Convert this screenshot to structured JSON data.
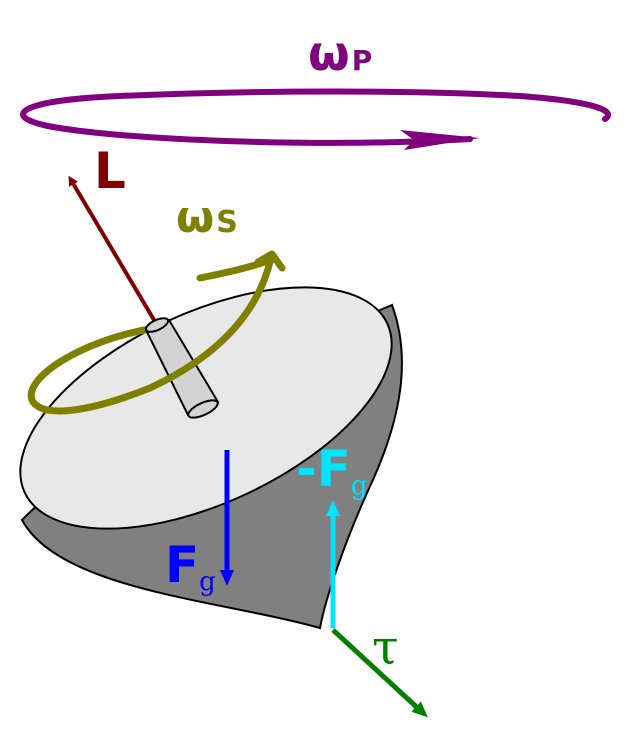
{
  "labels": {
    "precession_symbol": "ω",
    "precession_subscript": "P",
    "angular_momentum": "L",
    "spin_symbol": "ω",
    "spin_subscript": "S",
    "gravity_symbol": "F",
    "gravity_subscript": "g",
    "reaction_symbol": "-F",
    "reaction_subscript": "g",
    "torque_symbol": "τ"
  },
  "colors": {
    "precession": "#800080",
    "angular_momentum": "#800000",
    "spin": "#808000",
    "gravity": "#0000ff",
    "reaction": "#00e5ff",
    "torque": "#008000",
    "top_face": "#e8e8e8",
    "top_body": "#808080",
    "spindle": "#d3d3d3",
    "outline": "#000000"
  },
  "icons": {
    "spinning_top": "spinning-top-icon"
  }
}
